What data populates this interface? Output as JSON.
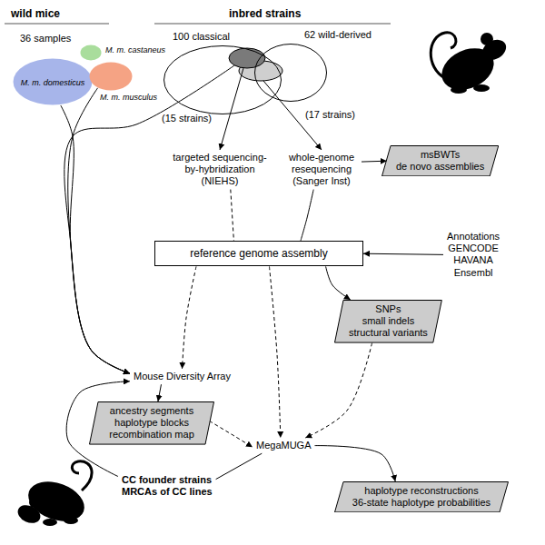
{
  "diagram": {
    "nodes": [
      {
        "text": [
          "M. m. castaneus"
        ]
      },
      {
        "text": [
          "M. m. domesticus"
        ]
      },
      {
        "text": [
          "M. m. musculus"
        ]
      },
      {
        "text": [
          "100 classical"
        ]
      },
      {
        "text": [
          "62 wild-derived"
        ]
      },
      {
        "text": [
          "targeted sequencing-by-hybridization",
          "(NIEHS)"
        ]
      },
      {
        "text": [
          "whole-genome resequencing",
          "(Sanger Inst)"
        ]
      },
      {
        "text": [
          "msBWTs",
          "de novo assemblies"
        ]
      },
      {
        "text": [
          "reference genome assembly"
        ]
      },
      {
        "text": [
          "Annotations",
          "GENCODE",
          "HAVANA",
          "Ensembl"
        ]
      },
      {
        "text": [
          "Mouse Diversity Array"
        ]
      },
      {
        "text": [
          "SNPs",
          "small indels",
          "structural variants"
        ]
      },
      {
        "text": [
          "ancestry segments",
          "haplotype blocks",
          "recombination map"
        ]
      },
      {
        "text": [
          "MegaMUGA"
        ]
      },
      {
        "text": [
          "CC founder strains",
          "MRCAs of CC lines"
        ]
      },
      {
        "text": [
          "haplotype reconstructions",
          "36-state haplotype probabilities"
        ]
      }
    ],
    "edges": [
      {
        "from": 1,
        "to": 10,
        "arrow": "to"
      },
      {
        "from": 2,
        "to": 10,
        "arrow": "to"
      },
      {
        "from": 3,
        "to": 10,
        "arrow": "to"
      },
      {
        "from": 3,
        "to": 5,
        "arrow": "to"
      },
      {
        "from": 4,
        "to": 6,
        "arrow": "to"
      },
      {
        "from": 6,
        "to": 7,
        "arrow": "to"
      },
      {
        "from": 5,
        "to": 8,
        "arrow": "none"
      },
      {
        "from": 6,
        "to": 8,
        "arrow": "none"
      },
      {
        "from": 9,
        "to": 8,
        "arrow": "to"
      },
      {
        "from": 8,
        "to": 11,
        "arrow": "to"
      },
      {
        "from": 8,
        "to": 10,
        "arrow": "to"
      },
      {
        "from": 8,
        "to": 13,
        "arrow": "to"
      },
      {
        "from": 11,
        "to": 13,
        "arrow": "to"
      },
      {
        "from": 10,
        "to": 12,
        "arrow": "to"
      },
      {
        "from": 12,
        "to": 13,
        "arrow": "to"
      },
      {
        "from": 14,
        "to": 10,
        "arrow": "to"
      },
      {
        "from": 14,
        "to": 13,
        "arrow": "none"
      },
      {
        "from": 13,
        "to": 15,
        "arrow": "to"
      }
    ],
    "labels": [
      "wild mice",
      "inbred strains",
      "36 samples",
      "(15 strains)",
      "(17 strains)"
    ]
  }
}
